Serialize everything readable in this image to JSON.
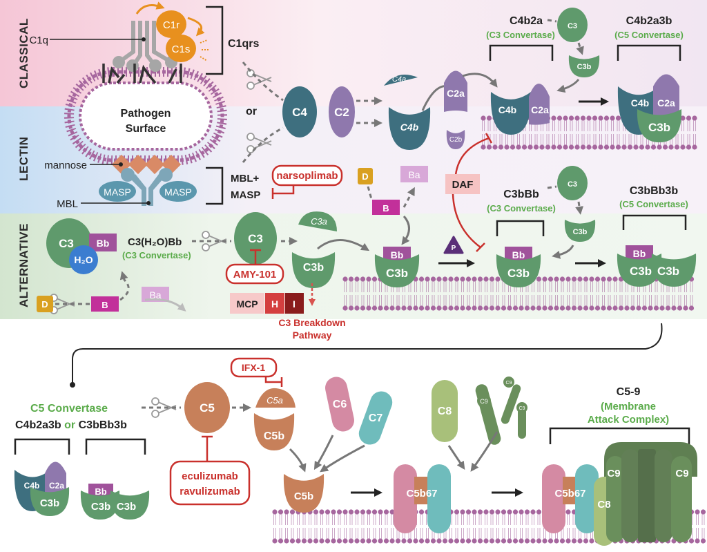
{
  "pathways": {
    "classical": "CLASSICAL",
    "lectin": "LECTIN",
    "alternative": "ALTERNATIVE"
  },
  "colors": {
    "classical_bg": "#f5c6d6",
    "lectin_bg": "#c4ddf3",
    "alternative_bg": "#d9e8d5",
    "convertase_text": "#5aab4a",
    "inhibitor": "#c9302c",
    "c4": "#3e6f7f",
    "c2": "#8f78ad",
    "c3": "#5f9a6c",
    "bb": "#a0529b",
    "c5": "#c7805a",
    "membrane": "#a6669e"
  },
  "classical": {
    "c1q": "C1q",
    "c1r": "C1r",
    "c1s": "C1s",
    "c1qrs": "C1qrs",
    "or": "or",
    "pathogen_line1": "Pathogen",
    "pathogen_line2": "Surface"
  },
  "lectin": {
    "mannose": "mannose",
    "mbl": "MBL",
    "masp": "MASP",
    "mbl_masp_line1": "MBL+",
    "mbl_masp_line2": "MASP",
    "inhibitor": "narsoplimab"
  },
  "cascade": {
    "c4": "C4",
    "c2": "C2",
    "c4a": "C4a",
    "c4b": "C4b",
    "c2a": "C2a",
    "c2b": "C2b",
    "c4b2a": "C4b2a",
    "c4b2a_role": "(C3 Convertase)",
    "c3": "C3",
    "c3b": "C3b",
    "c4b2a3b": "C4b2a3b",
    "c4b2a3b_role": "(C5 Convertase)"
  },
  "alternative": {
    "c3": "C3",
    "bb": "Bb",
    "h2o": "H₂O",
    "c3h2obb": "C3(H₂O)Bb",
    "c3h2obb_role": "(C3 Convertase)",
    "d": "D",
    "b": "B",
    "ba": "Ba",
    "c3a": "C3a",
    "c3b": "C3b",
    "amy101": "AMY-101",
    "mcp": "MCP",
    "h": "H",
    "i": "I",
    "breakdown_line1": "C3 Breakdown",
    "breakdown_line2": "Pathway",
    "daf": "DAF",
    "p": "P",
    "c3bbb": "C3bBb",
    "c3bbb_role": "(C3 Convertase)",
    "c3bbb3b": "C3bBb3b",
    "c3bbb3b_role": "(C5 Convertase)"
  },
  "terminal": {
    "c5_convertase": "C5 Convertase",
    "conv_a": "C4b2a3b",
    "conv_or": "or",
    "conv_b": "C3bBb3b",
    "c4b": "C4b",
    "c2a": "C2a",
    "c3b": "C3b",
    "bb": "Bb",
    "c5": "C5",
    "c5a": "C5a",
    "c5b": "C5b",
    "ifx1": "IFX-1",
    "ecu": "eculizumab",
    "ravu": "ravulizumab",
    "c6": "C6",
    "c7": "C7",
    "c8": "C8",
    "c9": "C9",
    "c5b67": "C5b67",
    "mac_title": "C5-9",
    "mac_line1": "(Membrane",
    "mac_line2": "Attack Complex)"
  }
}
